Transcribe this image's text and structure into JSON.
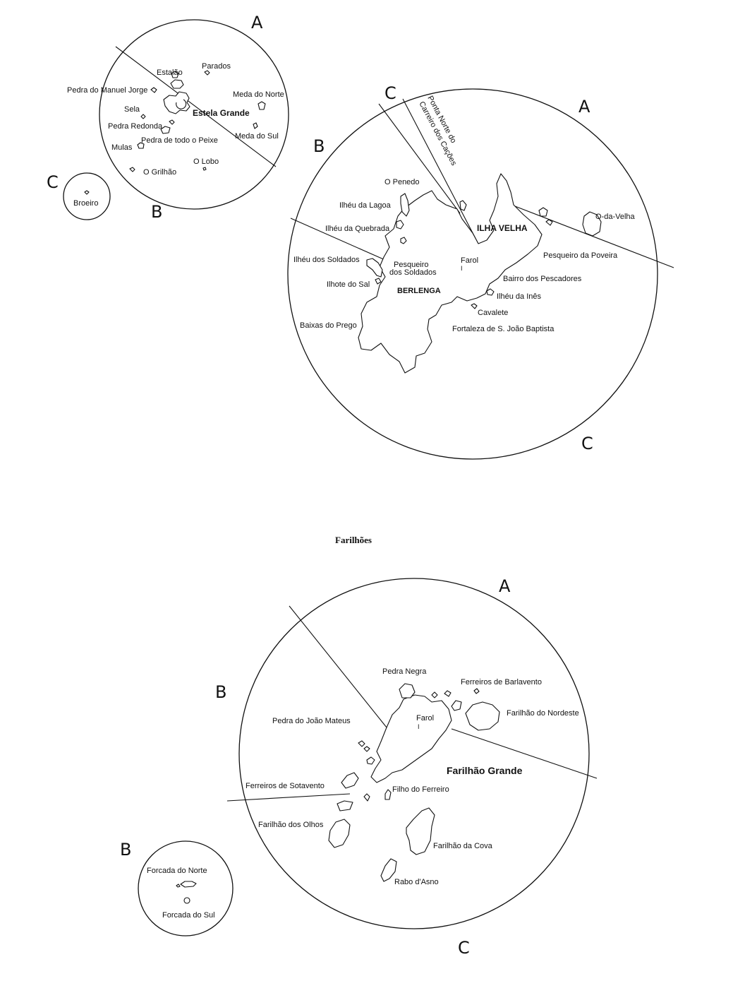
{
  "estelas": {
    "zones": {
      "a": "A",
      "b": "B",
      "c": "C"
    },
    "labels": {
      "estalao": "Estalão",
      "parados": "Parados",
      "pedra_manuel_jorge": "Pedra do Manuel Jorge",
      "meda_norte": "Meda do Norte",
      "sela": "Sela",
      "estela_grande": "Estela Grande",
      "pedra_redonda": "Pedra Redonda",
      "meda_sul": "Meda do Sul",
      "pedra_todo_peixe": "Pedra de todo o Peixe",
      "mulas": "Mulas",
      "o_lobo": "O Lobo",
      "o_grilhao": "O Grilhão"
    }
  },
  "broeiro": {
    "zone": "C",
    "label": "Broeiro"
  },
  "berlenga": {
    "zones": {
      "a": "A",
      "b": "B",
      "c_top": "C",
      "c_bottom": "C"
    },
    "labels": {
      "ponta_norte_1": "Ponta Norte do",
      "ponta_norte_2": "Carreiro dos Cações",
      "o_penedo": "O Penedo",
      "ilheu_lagoa": "Ilhéu da Lagoa",
      "ilheu_quebrada": "Ilhéu da Quebrada",
      "ilha_velha": "ILHA VELHA",
      "o_da_velha": "O-da-Velha",
      "pesqueiro_poveira": "Pesqueiro da Poveira",
      "ilheu_soldados": "Ilhéu dos Soldados",
      "pesqueiro_soldados_1": "Pesqueiro",
      "pesqueiro_soldados_2": "dos Soldados",
      "farol": "Farol",
      "bairro_pescadores": "Bairro dos Pescadores",
      "ilhote_sal": "Ilhote do Sal",
      "berlenga": "BERLENGA",
      "ilheu_ines": "Ilhéu da Inês",
      "cavalete": "Cavalete",
      "baixas_prego": "Baixas do Prego",
      "fortaleza": "Fortaleza de S. João Baptista"
    }
  },
  "farilhoes": {
    "title": "Farilhões",
    "zones": {
      "a": "A",
      "b": "B",
      "c": "C"
    },
    "labels": {
      "pedra_negra": "Pedra Negra",
      "ferreiros_barlavento": "Ferreiros de Barlavento",
      "pedra_joao_mateus": "Pedra do João Mateus",
      "farol": "Farol",
      "farilhao_nordeste": "Farilhão do Nordeste",
      "farilhao_grande": "Farilhão Grande",
      "ferreiros_sotavento": "Ferreiros de Sotavento",
      "filho_ferreiro": "Filho do Ferreiro",
      "farilhao_olhos": "Farilhão dos Olhos",
      "farilhao_cova": "Farilhão da Cova",
      "rabo_asno": "Rabo d'Asno"
    }
  },
  "forcadas": {
    "zone": "B",
    "labels": {
      "norte": "Forcada do Norte",
      "sul": "Forcada do Sul"
    }
  }
}
